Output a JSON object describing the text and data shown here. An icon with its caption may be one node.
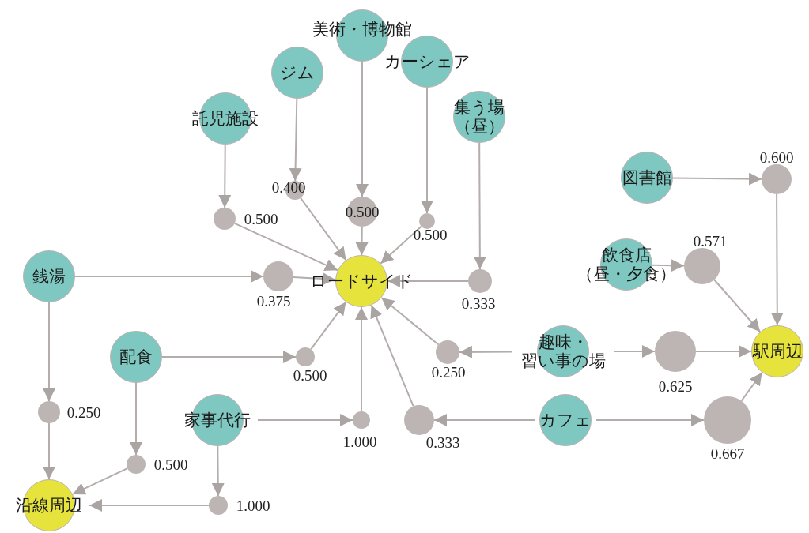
{
  "diagram": {
    "nodes": [
      {
        "text": [
          "美術・博物館"
        ]
      },
      {
        "text": [
          "ジム"
        ]
      },
      {
        "text": [
          "カーシェア"
        ]
      },
      {
        "text": [
          "集う場",
          "（昼）"
        ]
      },
      {
        "text": [
          "託児施設"
        ]
      },
      {
        "text": [
          "図書館"
        ]
      },
      {
        "text": [],
        "shape": "circle",
        "beside": [
          "0.600"
        ]
      },
      {
        "text": [
          "0.400"
        ]
      },
      {
        "text": [
          "0.500"
        ]
      },
      {
        "text": [],
        "shape": "circle",
        "beside": [
          "0.500"
        ]
      },
      {
        "text": [],
        "shape": "circle",
        "beside": [
          "0.500"
        ]
      },
      {
        "text": [
          "飲食店",
          "（昼・夕食）"
        ]
      },
      {
        "text": [],
        "shape": "circle",
        "beside": [
          "0.571"
        ]
      },
      {
        "text": [
          "銭湯"
        ]
      },
      {
        "text": [],
        "shape": "circle",
        "beside": [
          "0.375"
        ]
      },
      {
        "text": [
          "ロードサイド"
        ]
      },
      {
        "text": [],
        "shape": "circle",
        "beside": [
          "0.333"
        ]
      },
      {
        "text": [
          "配食"
        ]
      },
      {
        "text": [],
        "shape": "circle",
        "beside": [
          "0.500"
        ]
      },
      {
        "text": [],
        "shape": "circle",
        "beside": [
          "0.250"
        ]
      },
      {
        "text": [
          "趣味・",
          "習い事の場"
        ]
      },
      {
        "text": [],
        "shape": "circle",
        "beside": [
          "0.625"
        ]
      },
      {
        "text": [
          "駅周辺"
        ]
      },
      {
        "text": [],
        "shape": "circle",
        "beside": [
          "0.250"
        ]
      },
      {
        "text": [
          "家事代行"
        ]
      },
      {
        "text": [],
        "shape": "circle",
        "beside": [
          "1.000"
        ]
      },
      {
        "text": [],
        "shape": "circle",
        "beside": [
          "0.333"
        ]
      },
      {
        "text": [
          "カフェ"
        ]
      },
      {
        "text": [],
        "shape": "circle",
        "beside": [
          "0.667"
        ]
      },
      {
        "text": [],
        "shape": "circle",
        "beside": [
          "0.500"
        ]
      },
      {
        "text": [
          "沿線周辺"
        ]
      },
      {
        "text": [],
        "shape": "circle",
        "beside": [
          "1.000"
        ]
      }
    ],
    "edges": [
      {
        "from": 0,
        "to": 8,
        "arrow": "to"
      },
      {
        "from": 8,
        "to": 15,
        "arrow": "to"
      },
      {
        "from": 1,
        "to": 7,
        "arrow": "to"
      },
      {
        "from": 7,
        "to": 15,
        "arrow": "to"
      },
      {
        "from": 2,
        "to": 10,
        "arrow": "to"
      },
      {
        "from": 10,
        "to": 15,
        "arrow": "to"
      },
      {
        "from": 3,
        "to": 16,
        "arrow": "to"
      },
      {
        "from": 16,
        "to": 15,
        "arrow": "to"
      },
      {
        "from": 4,
        "to": 9,
        "arrow": "to"
      },
      {
        "from": 9,
        "to": 15,
        "arrow": "to"
      },
      {
        "from": 5,
        "to": 6,
        "arrow": "to"
      },
      {
        "from": 6,
        "to": 22,
        "arrow": "to"
      },
      {
        "from": 11,
        "to": 12,
        "arrow": "to"
      },
      {
        "from": 12,
        "to": 22,
        "arrow": "to"
      },
      {
        "from": 13,
        "to": 14,
        "arrow": "to"
      },
      {
        "from": 14,
        "to": 15,
        "arrow": "to"
      },
      {
        "from": 13,
        "to": 23,
        "arrow": "to"
      },
      {
        "from": 23,
        "to": 30,
        "arrow": "to"
      },
      {
        "from": 17,
        "to": 18,
        "arrow": "to"
      },
      {
        "from": 18,
        "to": 15,
        "arrow": "to"
      },
      {
        "from": 17,
        "to": 29,
        "arrow": "to"
      },
      {
        "from": 29,
        "to": 30,
        "arrow": "to"
      },
      {
        "from": 20,
        "to": 19,
        "arrow": "to"
      },
      {
        "from": 19,
        "to": 15,
        "arrow": "to"
      },
      {
        "from": 20,
        "to": 21,
        "arrow": "to"
      },
      {
        "from": 21,
        "to": 22,
        "arrow": "to"
      },
      {
        "from": 24,
        "to": 25,
        "arrow": "to"
      },
      {
        "from": 25,
        "to": 15,
        "arrow": "to"
      },
      {
        "from": 24,
        "to": 31,
        "arrow": "to"
      },
      {
        "from": 31,
        "to": 30,
        "arrow": "to"
      },
      {
        "from": 27,
        "to": 26,
        "arrow": "to"
      },
      {
        "from": 26,
        "to": 15,
        "arrow": "to"
      },
      {
        "from": 27,
        "to": 28,
        "arrow": "to"
      },
      {
        "from": 28,
        "to": 22,
        "arrow": "to"
      }
    ]
  }
}
